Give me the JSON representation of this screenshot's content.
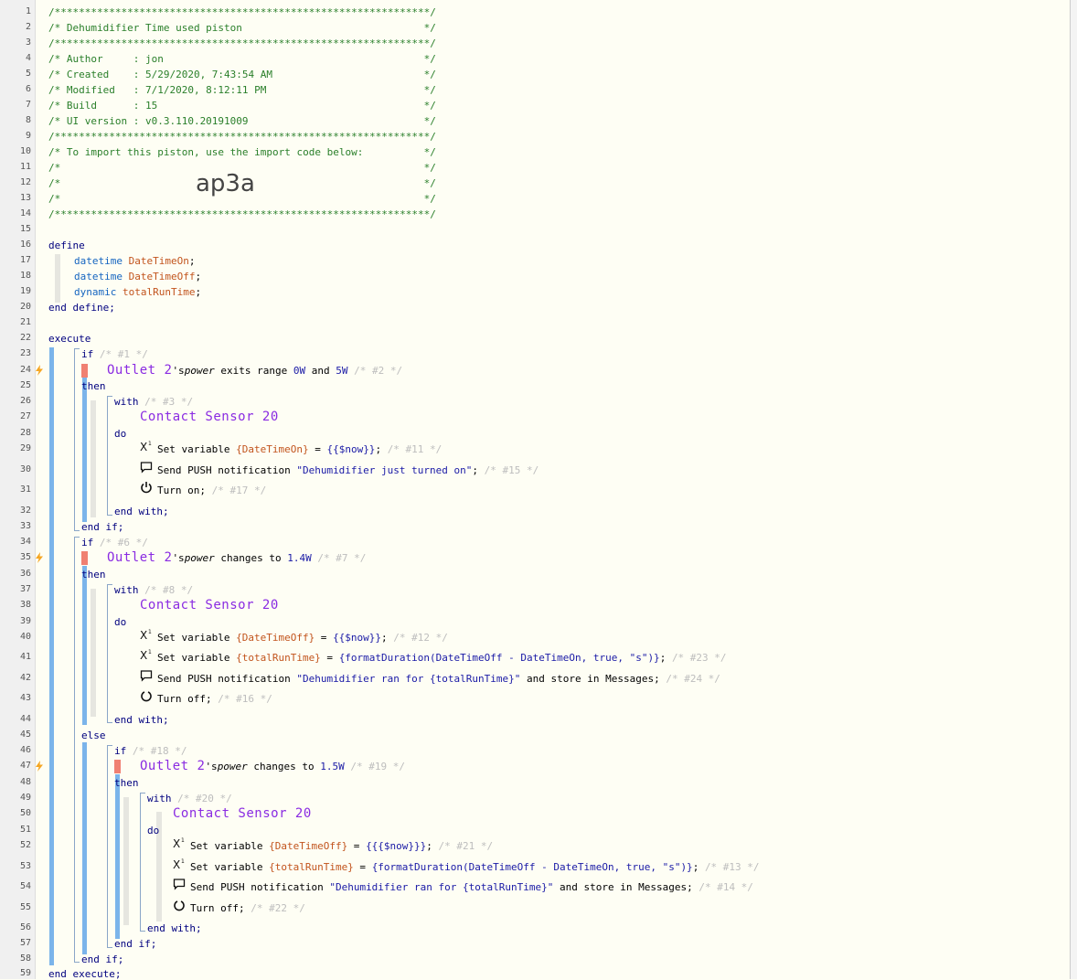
{
  "code": {
    "header": [
      "/**************************************************************/",
      "/* Dehumidifier Time used piston                              */",
      "/**************************************************************/",
      "/* Author     : jon                                           */",
      "/* Created    : 5/29/2020, 7:43:54 AM                         */",
      "/* Modified   : 7/1/2020, 8:12:11 PM                          */",
      "/* Build      : 15                                            */",
      "/* UI version : v0.3.110.20191009                             */",
      "/**************************************************************/",
      "/* To import this piston, use the import code below:          */",
      "/*                                                            */",
      "/*                                                            */",
      "/*                                                            */",
      "/**************************************************************/"
    ],
    "import_code": "ap3a",
    "define": {
      "open": "define",
      "vars": [
        {
          "type": "datetime",
          "name": "DateTimeOn"
        },
        {
          "type": "datetime",
          "name": "DateTimeOff"
        },
        {
          "type": "dynamic",
          "name": "totalRunTime"
        }
      ],
      "close": "end define;"
    },
    "execute": "execute",
    "end_execute": "end execute;",
    "kw": {
      "if": "if",
      "then": "then",
      "else": "else",
      "with": "with",
      "do": "do",
      "end_with": "end with;",
      "end_if": "end if;"
    },
    "cond1": {
      "comment_if": "/* #1 */",
      "device": "Outlet 2",
      "possessive": "'s",
      "attr": "power",
      "op": " exits range ",
      "v1": "0W",
      "and": " and ",
      "v2": "5W",
      "comment": "/* #2 */"
    },
    "with1": {
      "comment": "/* #3 */",
      "device": "Contact Sensor 20"
    },
    "s11": {
      "text": "Set variable ",
      "var": "{DateTimeOn}",
      "eq": " = ",
      "expr": "{{$now}}",
      "end": ";",
      "comment": "/* #11 */"
    },
    "s15": {
      "text": "Send PUSH notification ",
      "str": "\"Dehumidifier just turned on\"",
      "end": ";",
      "comment": "/* #15 */"
    },
    "s17": {
      "text": "Turn on;",
      "comment": "/* #17 */"
    },
    "cond2": {
      "comment_if": "/* #6 */",
      "device": "Outlet 2",
      "possessive": "'s",
      "attr": "power",
      "op": " changes to ",
      "v1": "1.4W",
      "comment": "/* #7 */"
    },
    "with2": {
      "comment": "/* #8 */",
      "device": "Contact Sensor 20"
    },
    "s12": {
      "text": "Set variable ",
      "var": "{DateTimeOff}",
      "eq": " = ",
      "expr": "{{$now}}",
      "end": ";",
      "comment": "/* #12 */"
    },
    "s23": {
      "text": "Set variable ",
      "var": "{totalRunTime}",
      "eq": " = ",
      "expr": "{formatDuration(DateTimeOff - DateTimeOn, true, \"s\")}",
      "end": ";",
      "comment": "/* #23 */"
    },
    "s24": {
      "text": "Send PUSH notification ",
      "str": "\"Dehumidifier ran for {totalRunTime}\"",
      "tail": " and store in Messages;",
      "comment": "/* #24 */"
    },
    "s16": {
      "text": "Turn off;",
      "comment": "/* #16 */"
    },
    "cond3": {
      "comment_if": "/* #18 */",
      "device": "Outlet 2",
      "possessive": "'s",
      "attr": "power",
      "op": " changes to ",
      "v1": "1.5W",
      "comment": "/* #19 */"
    },
    "with3": {
      "comment": "/* #20 */",
      "device": "Contact Sensor 20"
    },
    "s21": {
      "text": "Set variable ",
      "var": "{DateTimeOff}",
      "eq": " = ",
      "expr": "{{{$now}}}",
      "end": ";",
      "comment": "/* #21 */"
    },
    "s13": {
      "text": "Set variable ",
      "var": "{totalRunTime}",
      "eq": " = ",
      "expr": "{formatDuration(DateTimeOff - DateTimeOn, true, \"s\")}",
      "end": ";",
      "comment": "/* #13 */"
    },
    "s14": {
      "text": "Send PUSH notification ",
      "str": "\"Dehumidifier ran for {totalRunTime}\"",
      "tail": " and store in Messages;",
      "comment": "/* #14 */"
    },
    "s22": {
      "text": "Turn off;",
      "comment": "/* #22 */"
    }
  },
  "line_numbers": [
    "1",
    "2",
    "3",
    "4",
    "5",
    "6",
    "7",
    "8",
    "9",
    "10",
    "11",
    "12",
    "13",
    "14",
    "15",
    "16",
    "17",
    "18",
    "19",
    "20",
    "21",
    "22",
    "23",
    "24",
    "25",
    "26",
    "27",
    "28",
    "29",
    "30",
    "31",
    "32",
    "33",
    "34",
    "35",
    "36",
    "37",
    "38",
    "39",
    "40",
    "41",
    "42",
    "43",
    "44",
    "45",
    "46",
    "47",
    "48",
    "49",
    "50",
    "51",
    "52",
    "53",
    "54",
    "55",
    "56",
    "57",
    "58",
    "59"
  ],
  "colors": {
    "background": "#fefef4",
    "comment": "#2a7f2a",
    "keyword": "#00007f",
    "device": "#8a2be2",
    "variable": "#c2541d",
    "string": "#1a1aa6",
    "bolt": "#f5a623",
    "marker": "#f08072"
  },
  "icons": {
    "set_variable": "variable-x-icon",
    "notification": "speech-bubble-icon",
    "power_on": "power-icon",
    "power_off": "power-off-icon",
    "trigger": "lightning-bolt-icon"
  }
}
